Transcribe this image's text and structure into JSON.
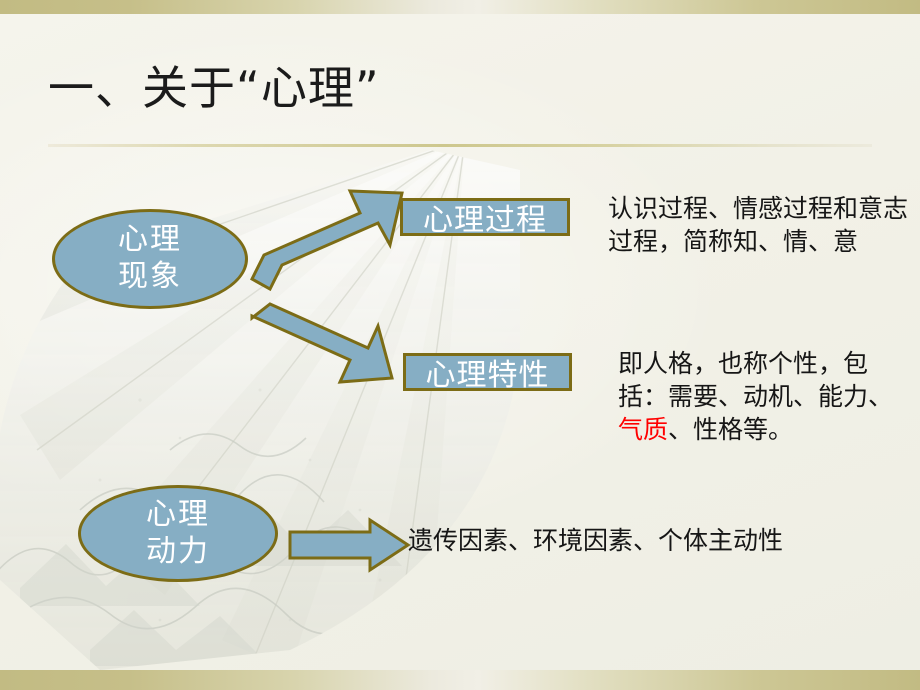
{
  "slide": {
    "title": "一、关于“心理”",
    "theme": {
      "accent_blue": "#86aec4",
      "accent_olive": "#7c6c16",
      "band_gold": "#c2bb83",
      "background": "#f3f3ea",
      "highlight_red": "#ff0000",
      "body_text": "#161616",
      "shape_text": "#ffffff"
    }
  },
  "nodes": {
    "xinli_xianxiang": {
      "line1": "心理",
      "line2": "现象"
    },
    "xinli_dongli": {
      "line1": "心理",
      "line2": "动力"
    },
    "xinli_guocheng": {
      "label": "心理过程"
    },
    "xinli_texing": {
      "label": "心理特性"
    }
  },
  "descriptions": {
    "guocheng": "认识过程、情感过程和意志过程，简称知、情、意",
    "texing_part1": "即人格，也称个性，包括：需要、动机、能力、",
    "texing_highlight": "气质",
    "texing_part2": "、性格等。",
    "dongli": "遗传因素、环境因素、个体主动性"
  },
  "arrows": {
    "up_right": "arrow-up-right",
    "down_right": "arrow-down-right",
    "right": "arrow-right"
  }
}
